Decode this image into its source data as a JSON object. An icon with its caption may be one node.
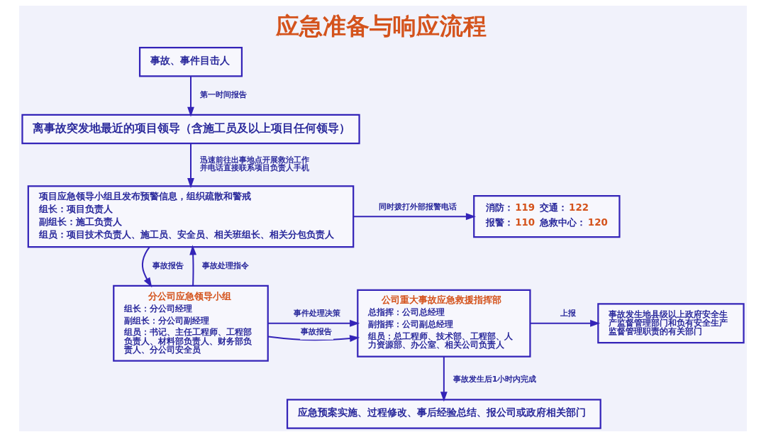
{
  "diagram": {
    "title": "应急准备与响应流程",
    "nodes": [
      {
        "text": [
          "事故、事件目击人"
        ]
      },
      {
        "text": [
          "离事故突发地最近的项目领导（含施工员及以上项目任何领导）"
        ]
      },
      {
        "text": [
          "项目应急领导小组且发布预警信息，组织疏散和警戒",
          "组长：项目负责人",
          "副组长：施工负责人",
          "组员：项目技术负责人、施工员、安全员、相关班组长、相关分包负责人"
        ]
      },
      {
        "text": [
          "消防：119",
          "交通：122",
          "报警：110",
          "急救中心：120"
        ]
      },
      {
        "text": [
          "分公司应急领导小组",
          "组长：分公司经理",
          "副组长：分公司副经理",
          "组员：书记、主任工程师、工程部负责人、材料部负责人、财务部负责人、分公司安全员"
        ]
      },
      {
        "text": [
          "公司重大事故应急救援指挥部",
          "总指挥：公司总经理",
          "副指挥：公司副总经理",
          "组员：总工程师、技术部、工程部、人力资源部、办公室、相关公司负责人"
        ]
      },
      {
        "text": [
          "事故发生地县级以上政府安全生产监督管理部门和负有安全生产监督管理职责的有关部门"
        ]
      },
      {
        "text": [
          "应急预案实施、过程修改、事后经验总结、报公司或政府相关部门"
        ]
      }
    ],
    "edges": [
      {
        "from": 0,
        "to": 1,
        "arrow": "to",
        "label": "第一时间报告"
      },
      {
        "from": 1,
        "to": 2,
        "arrow": "to",
        "label": "迅速前往出事地点开展救治工作并电话直接联系项目负责人手机"
      },
      {
        "from": 2,
        "to": 3,
        "arrow": "to",
        "label": "同时拨打外部报警电话"
      },
      {
        "from": 4,
        "to": 2,
        "arrow": "to",
        "label": "事故处理指令"
      },
      {
        "from": 2,
        "to": 4,
        "arrow": "to",
        "label": "事故报告"
      },
      {
        "from": 4,
        "to": 5,
        "arrow": "to",
        "label": "事故报告"
      },
      {
        "from": 4,
        "to": 5,
        "arrow": "to",
        "label": "事件处理决策"
      },
      {
        "from": 5,
        "to": 6,
        "arrow": "to",
        "label": "上报"
      },
      {
        "from": 5,
        "to": 7,
        "arrow": "to",
        "label": "事故发生后1小时内完成"
      }
    ]
  }
}
